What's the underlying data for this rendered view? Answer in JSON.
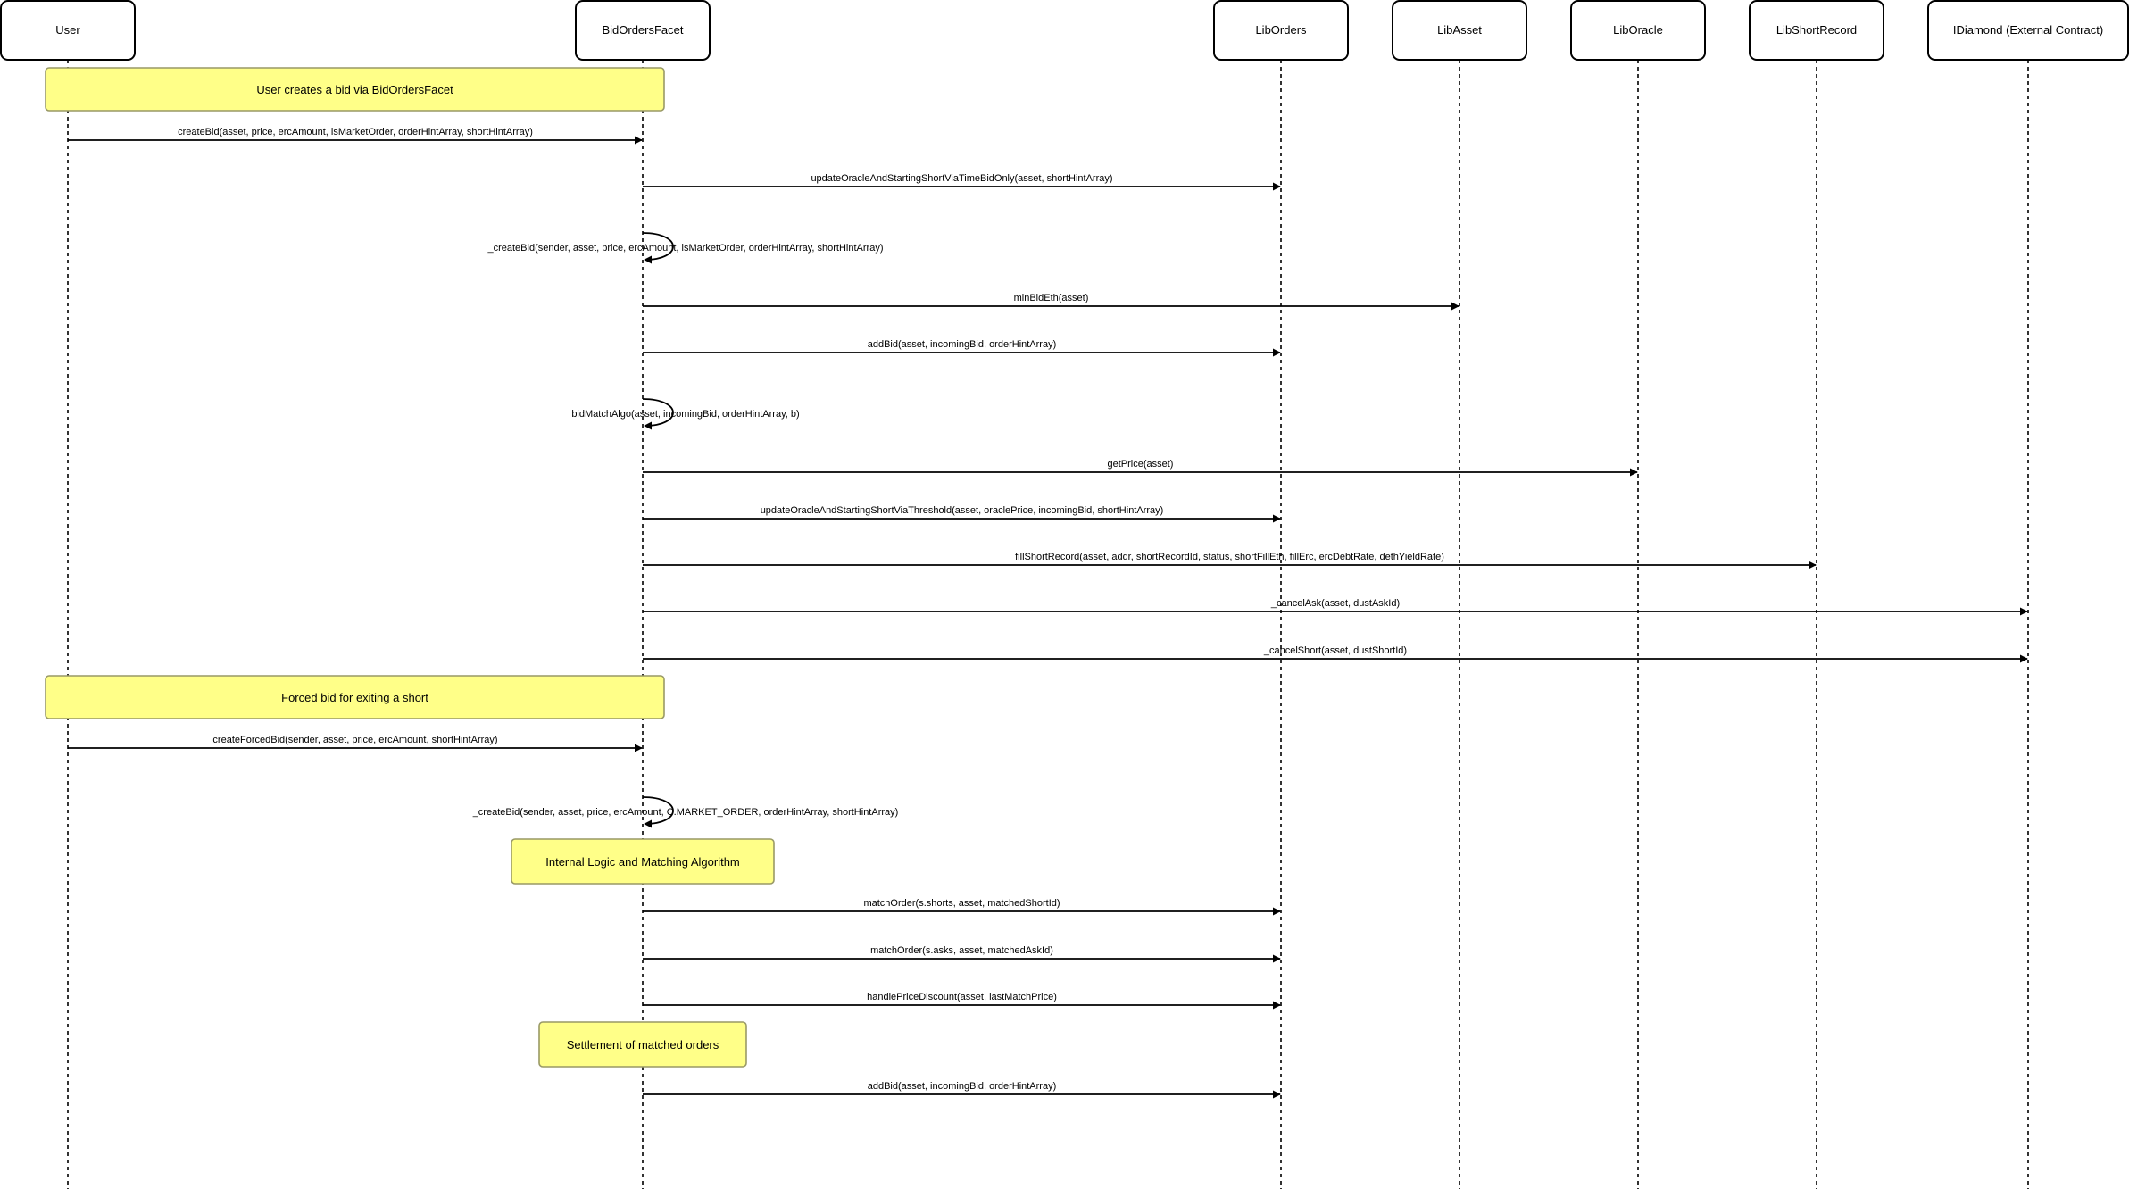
{
  "participants": [
    {
      "id": "user",
      "label": "User"
    },
    {
      "id": "bidOrdersFacet",
      "label": "BidOrdersFacet"
    },
    {
      "id": "libOrders",
      "label": "LibOrders"
    },
    {
      "id": "libAsset",
      "label": "LibAsset"
    },
    {
      "id": "libOracle",
      "label": "LibOracle"
    },
    {
      "id": "libShortRecord",
      "label": "LibShortRecord"
    },
    {
      "id": "iDiamond",
      "label": "IDiamond (External Contract)"
    }
  ],
  "notes": [
    {
      "label": "User creates a bid via BidOrdersFacet"
    },
    {
      "label": "Forced bid for exiting a short"
    },
    {
      "label": "Internal Logic and Matching Algorithm"
    },
    {
      "label": "Settlement of matched orders"
    }
  ],
  "messages": [
    {
      "from": "user",
      "to": "bidOrdersFacet",
      "label": "createBid(asset, price, ercAmount, isMarketOrder, orderHintArray, shortHintArray)"
    },
    {
      "from": "bidOrdersFacet",
      "to": "libOrders",
      "label": "updateOracleAndStartingShortViaTimeBidOnly(asset, shortHintArray)"
    },
    {
      "from": "bidOrdersFacet",
      "to": "bidOrdersFacet",
      "label": "_createBid(sender, asset, price, ercAmount, isMarketOrder, orderHintArray, shortHintArray)"
    },
    {
      "from": "bidOrdersFacet",
      "to": "libAsset",
      "label": "minBidEth(asset)"
    },
    {
      "from": "bidOrdersFacet",
      "to": "libOrders",
      "label": "addBid(asset, incomingBid, orderHintArray)"
    },
    {
      "from": "bidOrdersFacet",
      "to": "bidOrdersFacet",
      "label": "bidMatchAlgo(asset, incomingBid, orderHintArray, b)"
    },
    {
      "from": "bidOrdersFacet",
      "to": "libOracle",
      "label": "getPrice(asset)"
    },
    {
      "from": "bidOrdersFacet",
      "to": "libOrders",
      "label": "updateOracleAndStartingShortViaThreshold(asset, oraclePrice, incomingBid, shortHintArray)"
    },
    {
      "from": "bidOrdersFacet",
      "to": "libShortRecord",
      "label": "fillShortRecord(asset, addr, shortRecordId, status, shortFillEth, fillErc, ercDebtRate, dethYieldRate)"
    },
    {
      "from": "bidOrdersFacet",
      "to": "iDiamond",
      "label": "_cancelAsk(asset, dustAskId)"
    },
    {
      "from": "bidOrdersFacet",
      "to": "iDiamond",
      "label": "_cancelShort(asset, dustShortId)"
    },
    {
      "from": "user",
      "to": "bidOrdersFacet",
      "label": "createForcedBid(sender, asset, price, ercAmount, shortHintArray)"
    },
    {
      "from": "bidOrdersFacet",
      "to": "bidOrdersFacet",
      "label": "_createBid(sender, asset, price, ercAmount, C.MARKET_ORDER, orderHintArray, shortHintArray)"
    },
    {
      "from": "bidOrdersFacet",
      "to": "libOrders",
      "label": "matchOrder(s.shorts, asset, matchedShortId)"
    },
    {
      "from": "bidOrdersFacet",
      "to": "libOrders",
      "label": "matchOrder(s.asks, asset, matchedAskId)"
    },
    {
      "from": "bidOrdersFacet",
      "to": "libOrders",
      "label": "handlePriceDiscount(asset, lastMatchPrice)"
    },
    {
      "from": "bidOrdersFacet",
      "to": "libOrders",
      "label": "addBid(asset, incomingBid, orderHintArray)"
    }
  ]
}
